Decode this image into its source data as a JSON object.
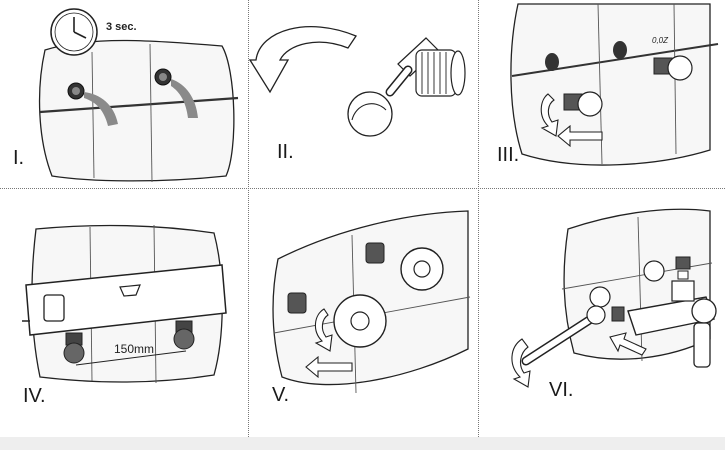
{
  "colors": {
    "line": "#222222",
    "tile": "#f7f7f7",
    "divider": "#777777",
    "footer": "#eeeeee"
  },
  "panels": [
    {
      "label": "I.",
      "annotation": "3 sec.",
      "icon": "clock-icon"
    },
    {
      "label": "II.",
      "icon": "wrench-icon"
    },
    {
      "label": "III.",
      "annotation": "0,0Z"
    },
    {
      "label": "IV.",
      "annotation": "150mm",
      "icon": "spirit-level-icon"
    },
    {
      "label": "V.",
      "icon": "rosette-icon"
    },
    {
      "label": "VI.",
      "icon": "mixer-valve-icon"
    }
  ]
}
